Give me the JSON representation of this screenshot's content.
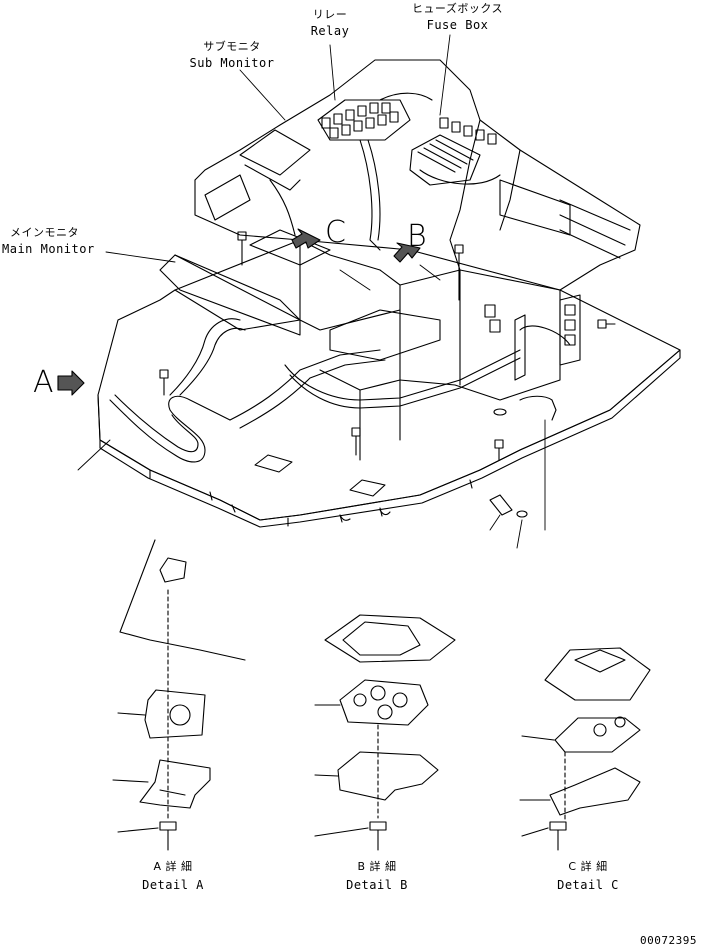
{
  "labels": {
    "relay_jp": "リレー",
    "relay_en": "Relay",
    "fuse_box_jp": "ヒューズボックス",
    "fuse_box_en": "Fuse Box",
    "sub_monitor_jp": "サブモニタ",
    "sub_monitor_en": "Sub Monitor",
    "main_monitor_jp": "メインモニタ",
    "main_monitor_en": "Main Monitor"
  },
  "view_markers": {
    "a": "A",
    "b": "B",
    "c": "C"
  },
  "details": [
    {
      "jp": "A 詳 細",
      "en": "Detail A"
    },
    {
      "jp": "B 詳 細",
      "en": "Detail B"
    },
    {
      "jp": "C 詳 細",
      "en": "Detail C"
    }
  ],
  "drawing_number": "00072395"
}
